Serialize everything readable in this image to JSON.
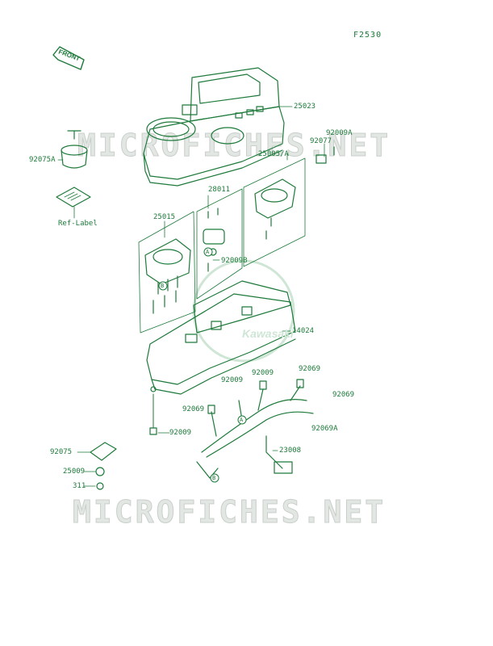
{
  "figure_code": "F2530",
  "front_label": "FRONT",
  "watermark": "MICROFICHES.NET",
  "logo_text": "Kawasaki",
  "colors": {
    "ink": "#1d7a3a",
    "watermark": "#e3e7e4"
  },
  "parts": {
    "p25023": "25023",
    "p92009A": "92009A",
    "p92077": "92077",
    "p25005A": "25005/A",
    "p92075A": "92075A",
    "p28011": "28011",
    "ref_label": "Ref-Label",
    "p25015": "25015",
    "p92009B": "92009B",
    "p14024": "14024",
    "p92009_a": "92009",
    "p92069_a": "92069",
    "p92009_b": "92009",
    "p92069_b": "92069",
    "p92069_c": "92069",
    "p92069A": "92069A",
    "p92009_c": "92009",
    "p92075": "92075",
    "p23008": "23008",
    "p25009": "25009",
    "p311": "311"
  },
  "markers": {
    "a": "A",
    "b": "B"
  }
}
